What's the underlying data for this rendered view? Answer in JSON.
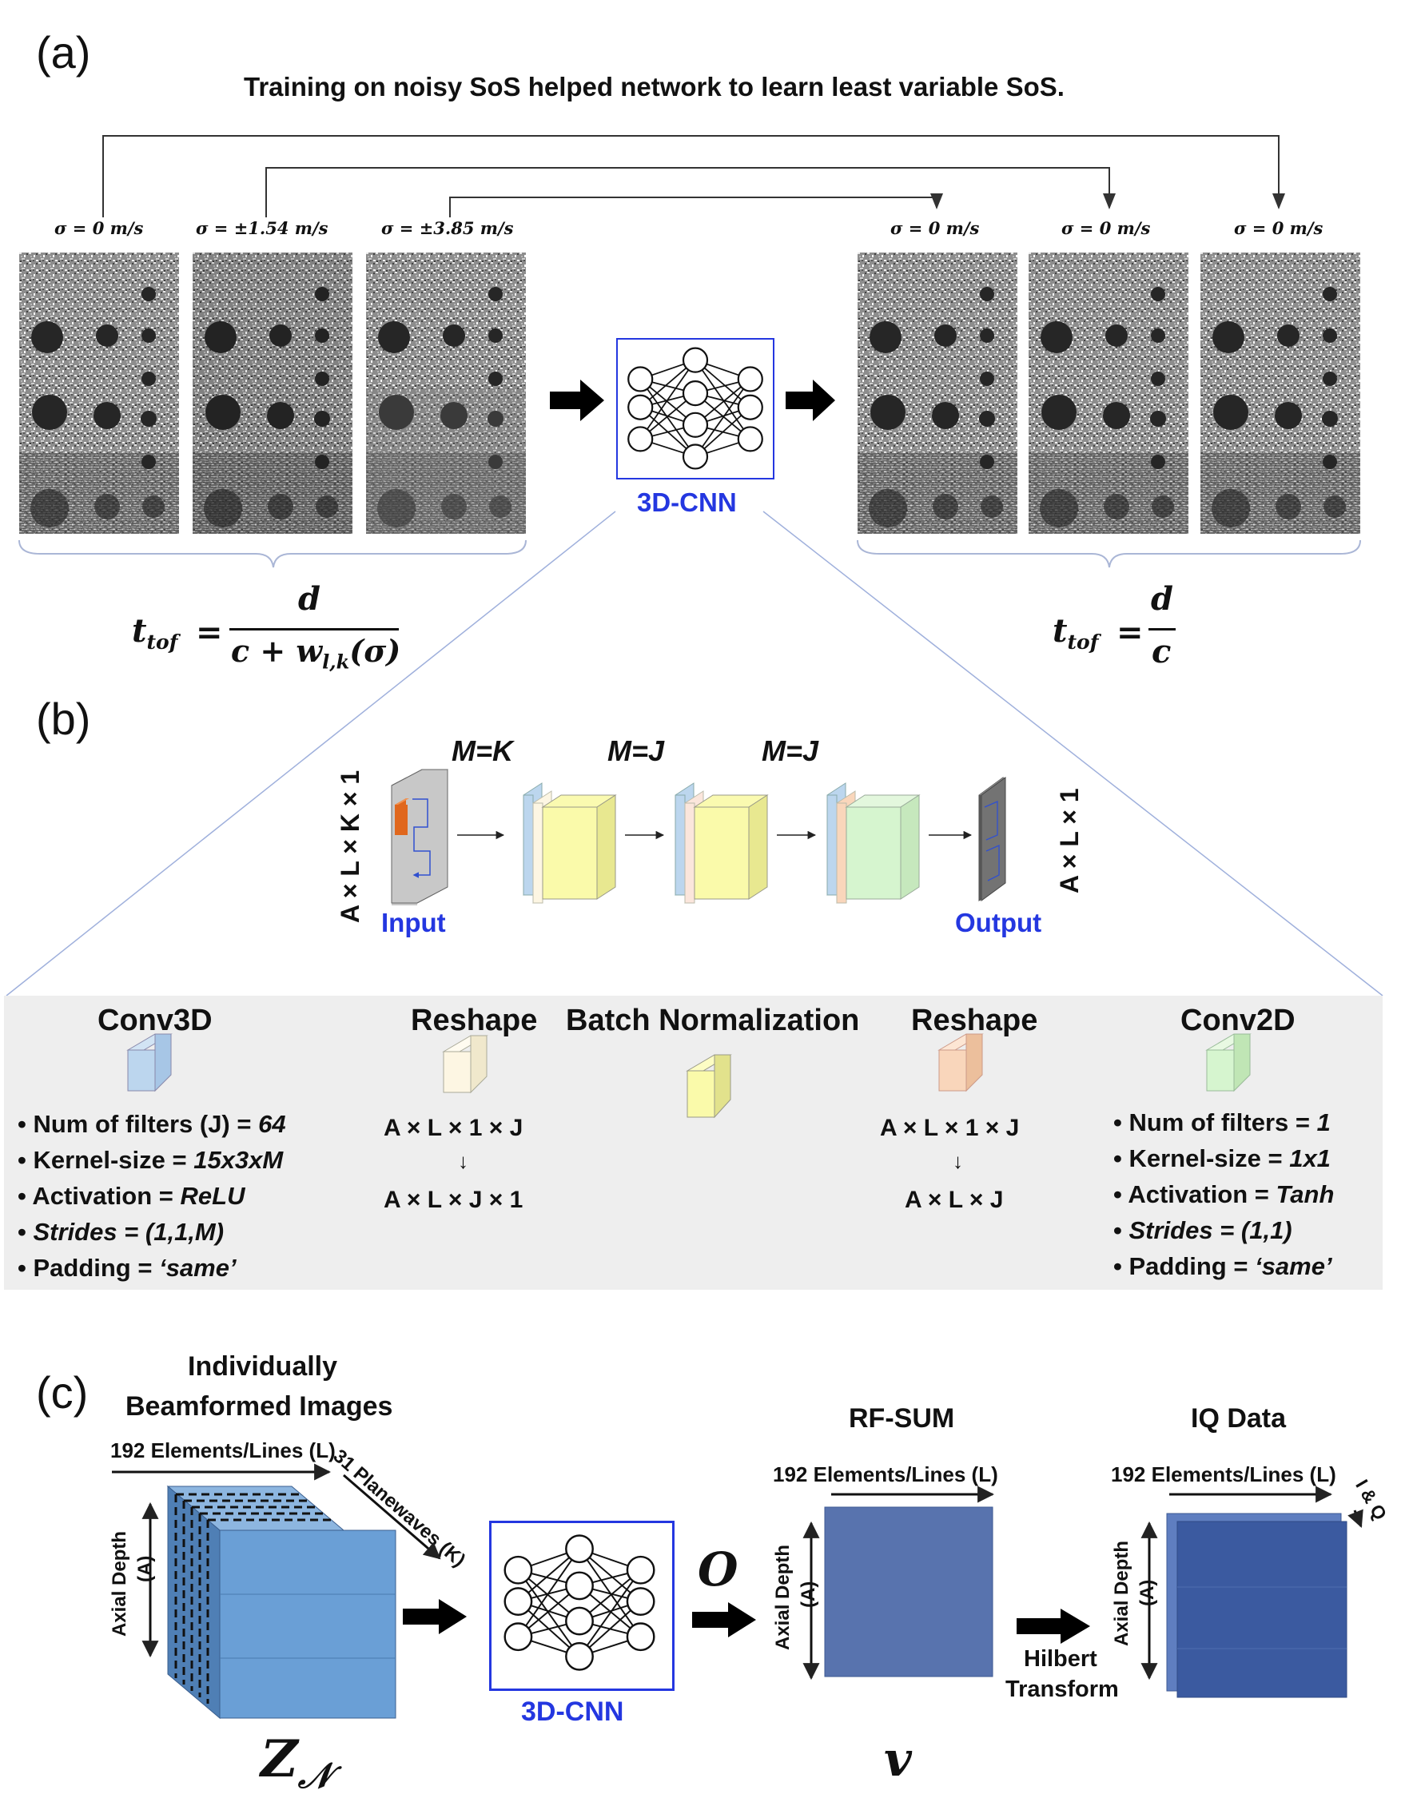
{
  "panels": {
    "a": "(a)",
    "b": "(b)",
    "c": "(c)"
  },
  "panel_a": {
    "title": "Training on noisy SoS helped network to learn least variable SoS.",
    "input_sigmas": [
      "σ = 0 m/s",
      "σ = ±1.54 m/s",
      "σ = ±3.85 m/s"
    ],
    "output_sigmas": [
      "σ = 0 m/s",
      "σ = 0 m/s",
      "σ = 0 m/s"
    ],
    "network_label": "3D-CNN",
    "formula_left": {
      "lhs": "t",
      "lhs_sub": "tof",
      "num": "d",
      "den": "c + w",
      "den_sub": "l,k",
      "den_tail": "(σ)"
    },
    "formula_right": {
      "lhs": "t",
      "lhs_sub": "tof",
      "num": "d",
      "den": "c"
    }
  },
  "panel_b": {
    "m_labels": [
      "M=K",
      "M=J",
      "M=J"
    ],
    "input_dims": "A × L × K × 1",
    "output_dims": "A × L × 1",
    "input_label": "Input",
    "output_label": "Output",
    "legend": {
      "conv3d": {
        "title": "Conv3D",
        "items": [
          {
            "key": "Num of filters (J) = ",
            "val": "64"
          },
          {
            "key": "Kernel-size = ",
            "val": "15x3xM"
          },
          {
            "key": "Activation = ",
            "val": "ReLU"
          },
          {
            "key": "Strides = (1,1,M)",
            "val": ""
          },
          {
            "key": "Padding = ",
            "val": "‘same’"
          }
        ]
      },
      "reshape1": {
        "title": "Reshape",
        "from": "A × L × 1 × J",
        "arrow": "↓",
        "to": "A × L × J × 1"
      },
      "batchnorm": {
        "title": "Batch Normalization"
      },
      "reshape2": {
        "title": "Reshape",
        "from": "A × L × 1 × J",
        "arrow": "↓",
        "to": "A × L × J"
      },
      "conv2d": {
        "title": "Conv2D",
        "items": [
          {
            "key": "Num of filters = ",
            "val": "1"
          },
          {
            "key": "Kernel-size = ",
            "val": "1x1"
          },
          {
            "key": "Activation = ",
            "val": "Tanh"
          },
          {
            "key": "Strides = (1,1)",
            "val": ""
          },
          {
            "key": "Padding = ",
            "val": "‘same’"
          }
        ]
      }
    }
  },
  "panel_c": {
    "stack_title_1": "Individually",
    "stack_title_2": "Beamformed Images",
    "lines_label": "192 Elements/Lines (L)",
    "planewaves_label": "31 Planewaves (K)",
    "axial_label": "Axial Depth",
    "axial_unit": "(A)",
    "network_label": "3D-CNN",
    "o_symbol": "O",
    "rf_title": "RF-SUM",
    "iq_title": "IQ Data",
    "iq_label": "I & Q",
    "hilbert_1": "Hilbert",
    "hilbert_2": "Transform",
    "z_symbol": "Z",
    "z_sub": "𝒩",
    "v_symbol": "v"
  },
  "colors": {
    "network_blue": "#2437e0",
    "conv3d": "#bcd6ee",
    "reshape1": "#fdf6e3",
    "batchnorm": "#fafaaa",
    "reshape2": "#f9d6bb",
    "conv2d": "#d6f5cf",
    "input_patch": "#e0671d",
    "rf_blue": "#5873ae",
    "iq_blue": "#3b5aa0",
    "stack_blue": "#6a9fd6"
  }
}
